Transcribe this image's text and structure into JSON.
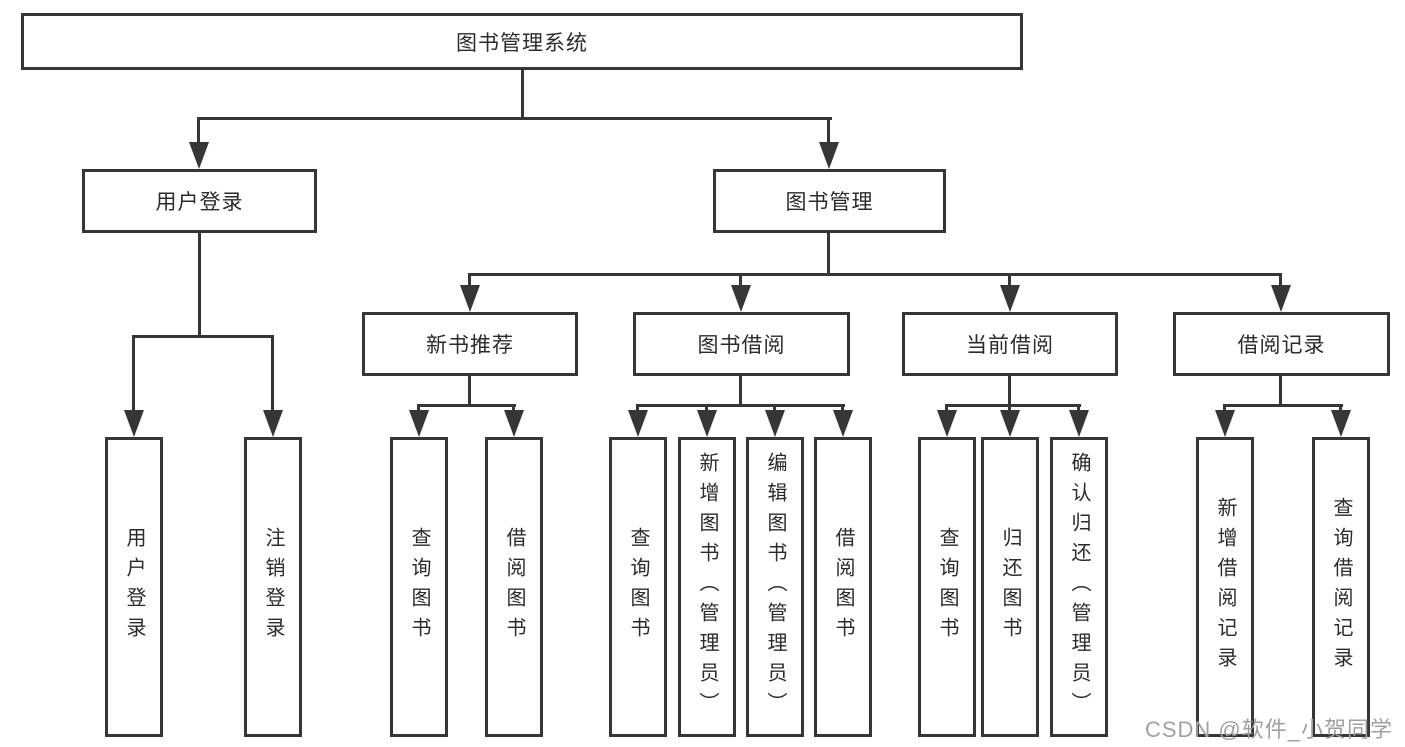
{
  "diagram": {
    "type": "hierarchy",
    "root": {
      "label": "图书管理系统"
    },
    "level2": [
      {
        "label": "用户登录",
        "parent": "图书管理系统"
      },
      {
        "label": "图书管理",
        "parent": "图书管理系统"
      }
    ],
    "level3": [
      {
        "label": "新书推荐",
        "parent": "图书管理"
      },
      {
        "label": "图书借阅",
        "parent": "图书管理"
      },
      {
        "label": "当前借阅",
        "parent": "图书管理"
      },
      {
        "label": "借阅记录",
        "parent": "图书管理"
      }
    ],
    "leaves": [
      {
        "label": "用户登录",
        "parent": "用户登录"
      },
      {
        "label": "注销登录",
        "parent": "用户登录"
      },
      {
        "label": "查询图书",
        "parent": "新书推荐"
      },
      {
        "label": "借阅图书",
        "parent": "新书推荐"
      },
      {
        "label": "查询图书",
        "parent": "图书借阅"
      },
      {
        "label": "新增图书（管理员）",
        "parent": "图书借阅"
      },
      {
        "label": "编辑图书（管理员）",
        "parent": "图书借阅"
      },
      {
        "label": "借阅图书",
        "parent": "图书借阅"
      },
      {
        "label": "查询图书",
        "parent": "当前借阅"
      },
      {
        "label": "归还图书",
        "parent": "当前借阅"
      },
      {
        "label": "确认归还（管理员）",
        "parent": "当前借阅"
      },
      {
        "label": "新增借阅记录",
        "parent": "借阅记录"
      },
      {
        "label": "查询借阅记录",
        "parent": "借阅记录"
      }
    ],
    "colors": {
      "line": "#363636",
      "text": "#2b2b2b",
      "background": "#ffffff",
      "watermark": "#a0a0a0"
    }
  },
  "watermark": {
    "text": "CSDN @软件_小贺同学"
  }
}
